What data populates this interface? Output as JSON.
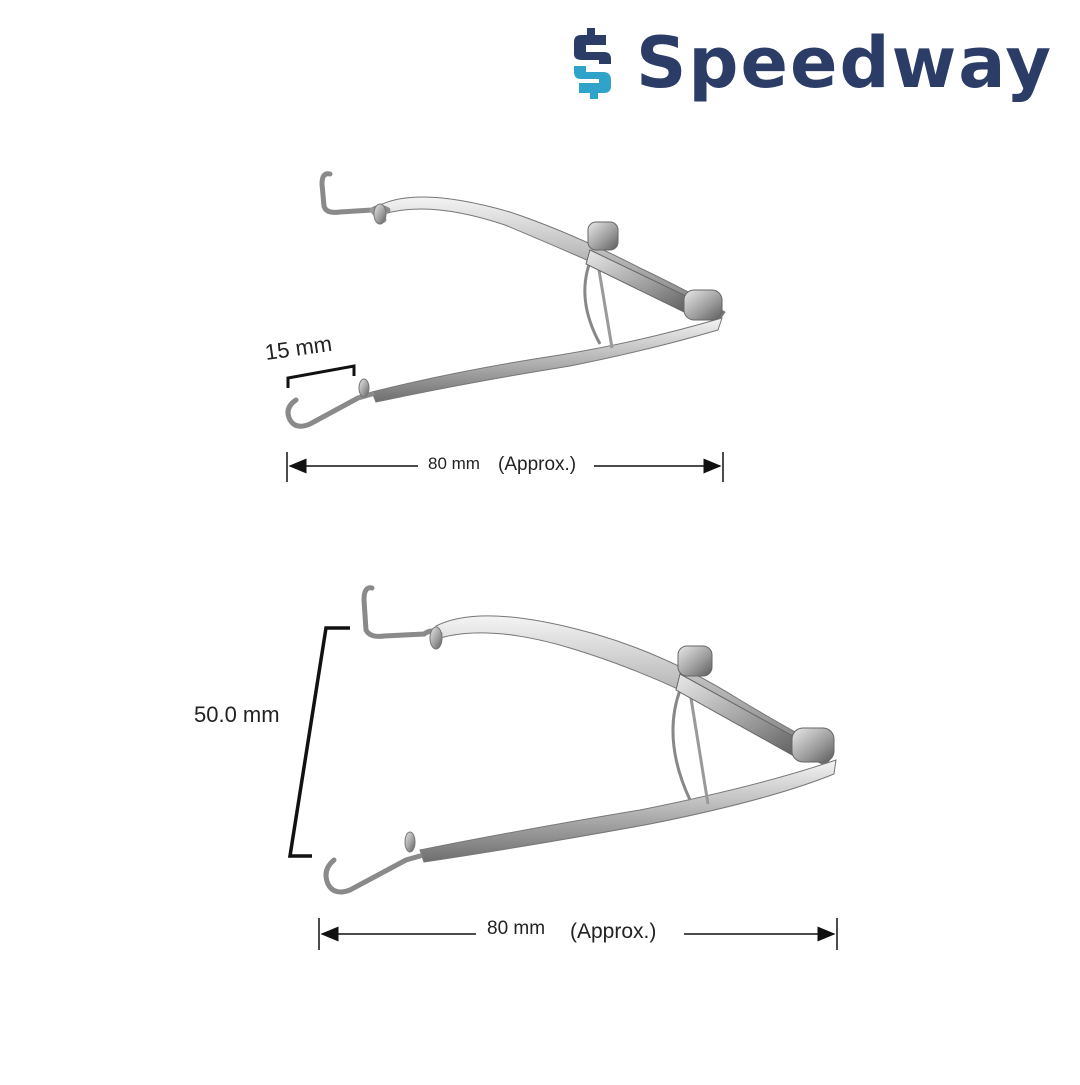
{
  "brand": {
    "name": "Speedway",
    "colors": {
      "text": "#2b3d66",
      "logo_top": "#2b3d66",
      "logo_bottom": "#2fa3c9"
    }
  },
  "top_instrument": {
    "blade_width_label": "15 mm",
    "length_value": "80 mm",
    "length_note": "(Approx.)"
  },
  "bottom_instrument": {
    "opening_label": "50.0 mm",
    "length_value": "80 mm",
    "length_note": "(Approx.)"
  },
  "colors": {
    "steel_light": "#e6e6e6",
    "steel_dark": "#6e6e6e",
    "dimension_line": "#111111"
  }
}
